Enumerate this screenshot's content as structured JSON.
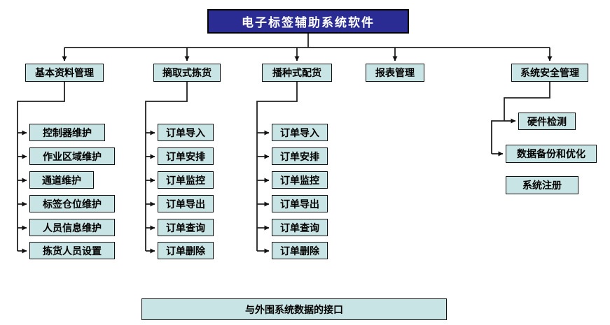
{
  "diagram": {
    "title": "电子标签辅助系统软件",
    "colors": {
      "root_fill": "#2B2B94",
      "root_text": "#FFFFFF",
      "node_fill": "#C9E4E4",
      "node_border": "#111111",
      "connector": "#222222"
    },
    "branches": [
      {
        "label": "基本资料管理",
        "children": [
          "控制器维护",
          "作业区域维护",
          "通道维护",
          "标签仓位维护",
          "人员信息维护",
          "拣货人员设置"
        ]
      },
      {
        "label": "摘取式拣货",
        "children": [
          "订单导入",
          "订单安排",
          "订单监控",
          "订单导出",
          "订单查询",
          "订单删除"
        ]
      },
      {
        "label": "播种式配货",
        "children": [
          "订单导入",
          "订单安排",
          "订单监控",
          "订单导出",
          "订单查询",
          "订单删除"
        ]
      },
      {
        "label": "报表管理",
        "children": []
      },
      {
        "label": "系统安全管理",
        "children": [
          "硬件检测",
          "数据备份和优化",
          "系统注册"
        ]
      }
    ],
    "footer": "与外围系统数据的接口"
  }
}
